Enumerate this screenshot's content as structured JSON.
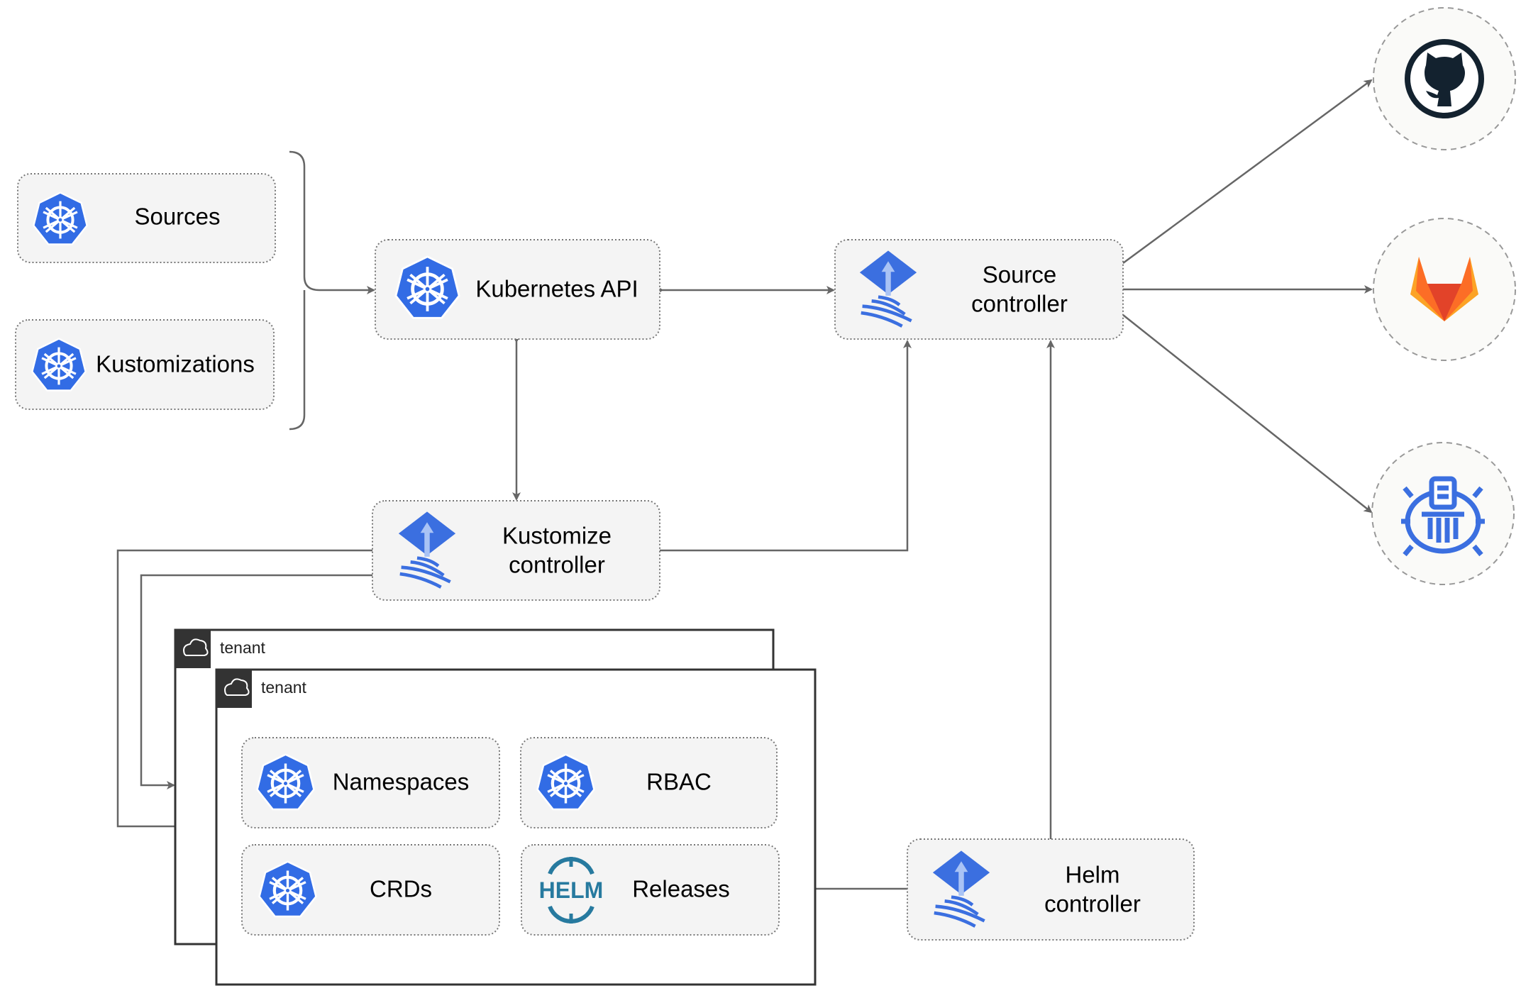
{
  "nodes": {
    "sources": "Sources",
    "kustomizations": "Kustomizations",
    "kubernetes_api": "Kubernetes API",
    "source_controller": [
      "Source",
      "controller"
    ],
    "kustomize_controller": [
      "Kustomize",
      "controller"
    ],
    "helm_controller": [
      "Helm",
      "controller"
    ],
    "namespaces": "Namespaces",
    "rbac": "RBAC",
    "crds": "CRDs",
    "releases": "Releases"
  },
  "tenants": [
    "tenant",
    "tenant"
  ],
  "helm_logo_text": "HELM",
  "external": [
    "github-icon",
    "gitlab-icon",
    "bucket-icon"
  ],
  "colors": {
    "k8s_blue": "#326ce5",
    "flux_blue": "#3b6fe0",
    "helm_blue": "#277a9f",
    "gitlab_orange": "#e24329",
    "github_dark": "#13222f"
  }
}
